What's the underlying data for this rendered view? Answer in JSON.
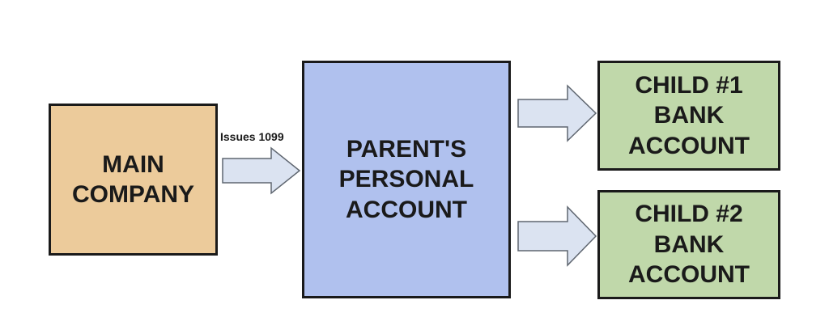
{
  "colors": {
    "main_company_fill": "#eccb9b",
    "parent_account_fill": "#b0c1ee",
    "child_account_fill": "#c0d8aa",
    "arrow_fill": "#dbe3f1",
    "arrow_stroke": "#5f6670",
    "border": "#1a1a1a"
  },
  "nodes": {
    "main_company": "MAIN\nCOMPANY",
    "parent_account": "PARENT'S\nPERSONAL\nACCOUNT",
    "child1": "CHILD #1\nBANK\nACCOUNT",
    "child2": "CHILD #2\nBANK\nACCOUNT"
  },
  "edges": {
    "main_to_parent_label": "Issues 1099"
  }
}
